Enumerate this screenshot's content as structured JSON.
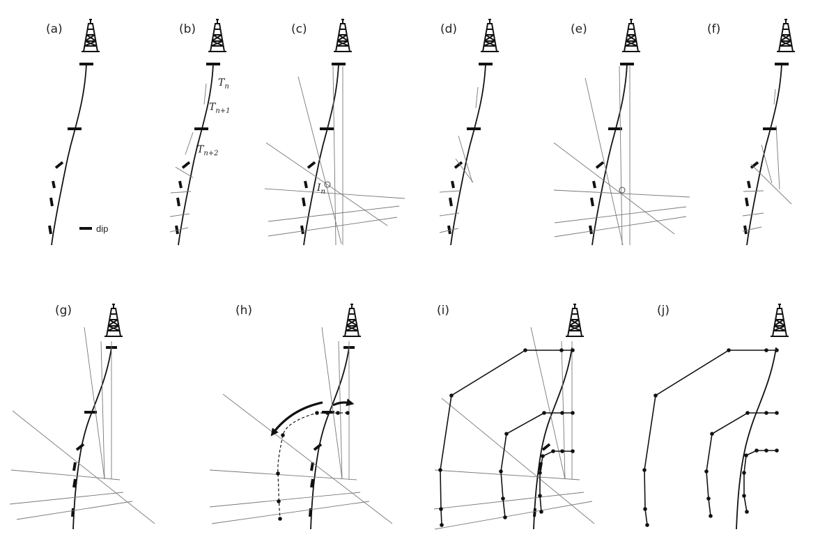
{
  "panels": [
    {
      "id": "a",
      "label": "(a)"
    },
    {
      "id": "b",
      "label": "(b)"
    },
    {
      "id": "c",
      "label": "(c)"
    },
    {
      "id": "d",
      "label": "(d)"
    },
    {
      "id": "e",
      "label": "(e)"
    },
    {
      "id": "f",
      "label": "(f)"
    },
    {
      "id": "g",
      "label": "(g)"
    },
    {
      "id": "h",
      "label": "(h)"
    },
    {
      "id": "i",
      "label": "(i)"
    },
    {
      "id": "j",
      "label": "(j)"
    }
  ],
  "legend": {
    "dip_label": "dip"
  },
  "annotations": {
    "tn": {
      "base": "T",
      "sub": "n"
    },
    "tn1": {
      "base": "T",
      "sub": "n+1"
    },
    "tn2": {
      "base": "T",
      "sub": "n+2"
    },
    "in": {
      "base": "I",
      "sub": "n"
    }
  },
  "icons": {
    "rig": "drilling-rig-icon"
  }
}
